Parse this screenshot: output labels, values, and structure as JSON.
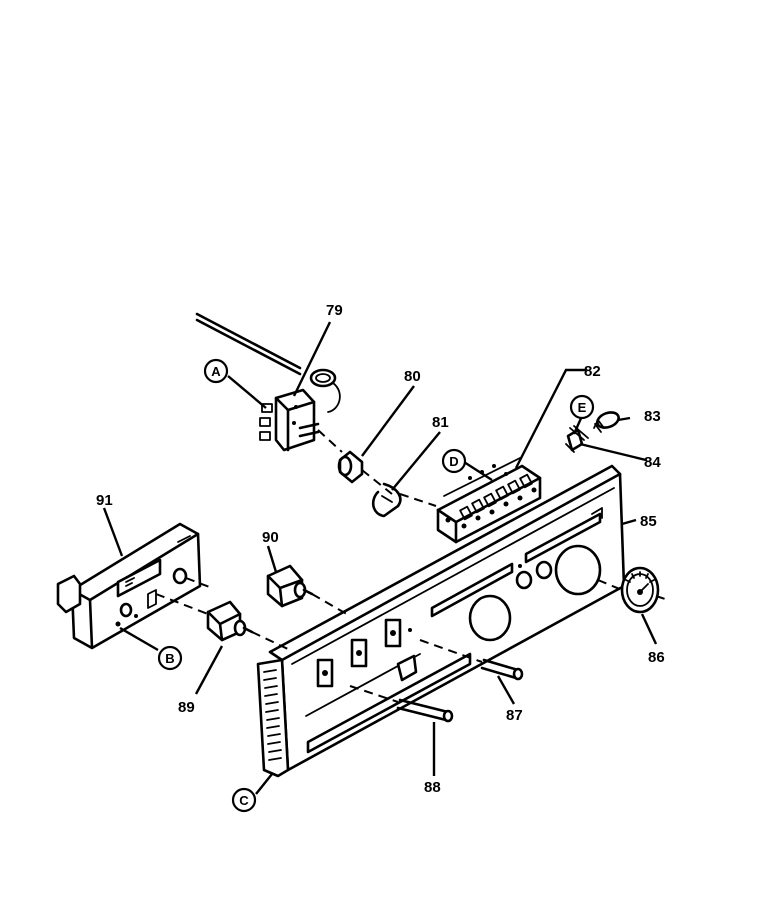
{
  "part_numbers": {
    "p79": "79",
    "p80": "80",
    "p81": "81",
    "p82": "82",
    "p83": "83",
    "p84": "84",
    "p85": "85",
    "p86": "86",
    "p87": "87",
    "p88": "88",
    "p89": "89",
    "p90": "90",
    "p91": "91"
  },
  "callout_letters": {
    "a": "A",
    "b": "B",
    "c": "C",
    "d": "D",
    "e": "E"
  }
}
